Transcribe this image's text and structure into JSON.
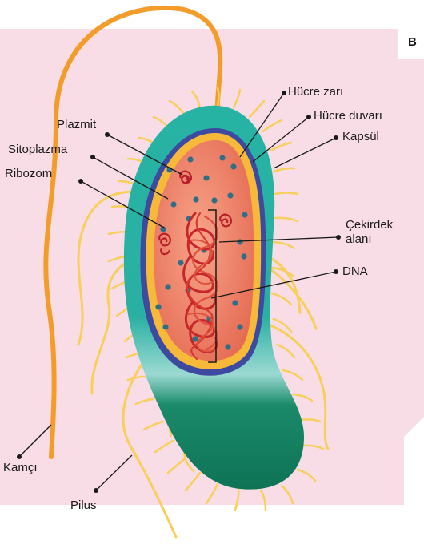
{
  "figure": {
    "corner_letter": "B",
    "labels": {
      "hucre_zari": "Hücre zarı",
      "hucre_duvari": "Hücre duvarı",
      "kapsul": "Kapsül",
      "plazmit": "Plazmit",
      "sitoplazma": "Sitoplazma",
      "ribozom": "Ribozom",
      "cekirdek_line1": "Çekirdek",
      "cekirdek_line2": "alanı",
      "dna": "DNA",
      "kamci": "Kamçı",
      "pilus": "Pilus"
    }
  },
  "colors": {
    "background": "#f9dde6",
    "capsule": "#2bb3a3",
    "capsule_bottom": "#12805f",
    "wall": "#3d4aa0",
    "membrane": "#f6b93a",
    "cytoplasm": "#f08a70",
    "dna": "#c7262a",
    "ribosome": "#2f6f86",
    "flagellum": "#f39c2a",
    "pili": "#f7cf5a"
  }
}
